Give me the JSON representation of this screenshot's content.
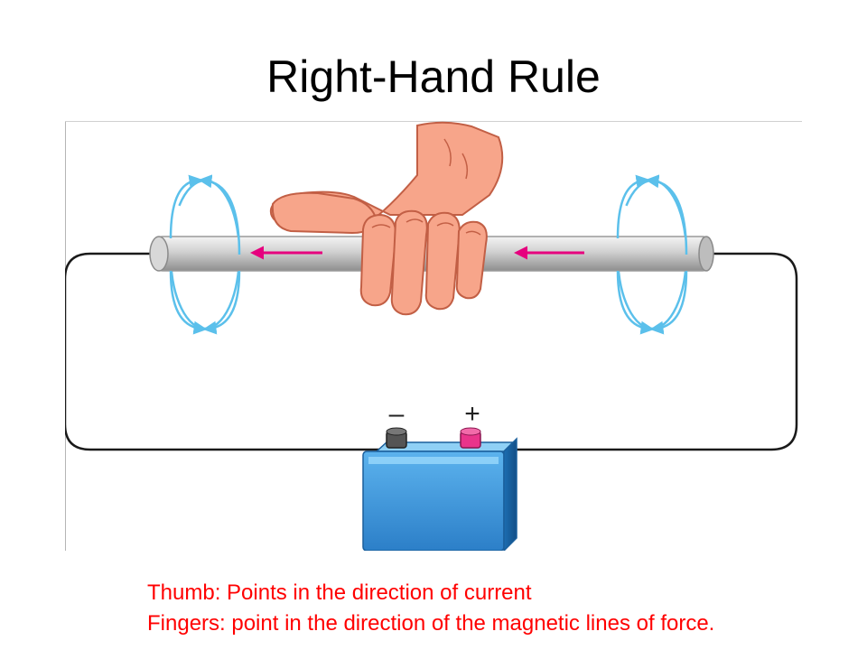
{
  "title": "Right-Hand Rule",
  "figure": {
    "battery": {
      "negative_label": "–",
      "positive_label": "+"
    }
  },
  "caption": {
    "line1": "Thumb: Points in the direction of current",
    "line2": "Fingers: point in the direction of the magnetic lines of force."
  },
  "colors": {
    "title": "#000000",
    "caption": "#ff0000",
    "field_loops": "#5bc0eb",
    "current_arrow": "#e6007e",
    "conductor": "#c9c9c9",
    "wire": "#1a1a1a",
    "battery": "#2f8fd8",
    "hand": "#f7a58a",
    "positive_terminal": "#e9348b",
    "negative_terminal": "#555555"
  },
  "icons": [
    "hand-icon",
    "battery-icon",
    "field-loop-icon",
    "current-arrow-icon"
  ]
}
